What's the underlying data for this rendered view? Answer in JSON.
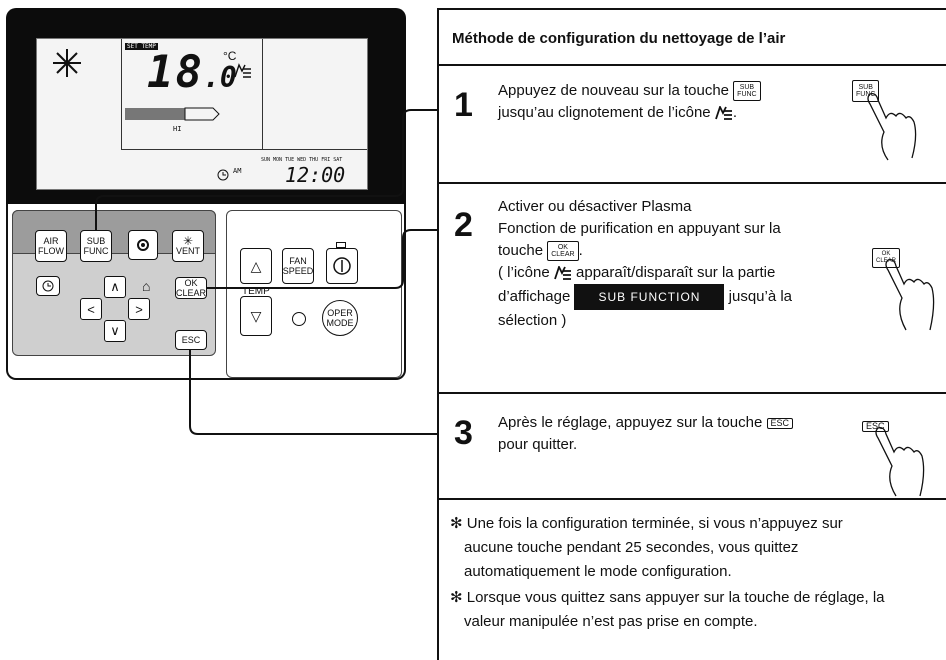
{
  "remote": {
    "lcd": {
      "set_temp_label": "SET TEMP",
      "temperature": "18",
      "temperature_decimal": ".0",
      "unit": "°C",
      "fan_level": "HI",
      "days": "SUN MON TUE WED THU FRI SAT",
      "ampm": "AM",
      "time": "12:00"
    },
    "buttons": {
      "air_flow": "AIR FLOW",
      "sub_func": "SUB FUNC",
      "vent": "VENT",
      "ok_clear_ok": "OK",
      "ok_clear_clear": "CLEAR",
      "esc": "ESC",
      "fan_speed_1": "FAN",
      "fan_speed_2": "SPEED",
      "temp": "TEMP",
      "oper_mode_1": "OPER",
      "oper_mode_2": "MODE"
    }
  },
  "panel": {
    "title": "Méthode de configuration du nettoyage de l’air",
    "steps": [
      {
        "num": "1",
        "line1_a": "Appuyez de nouveau sur la touche",
        "line2_a": "jusqu’au clignotement de l’icône",
        "line2_b": ".",
        "button_top": "SUB",
        "button_bottom": "FUNC"
      },
      {
        "num": "2",
        "line1": "Activer ou désactiver Plasma",
        "line2": "Fonction de purification en appuyant sur la",
        "line3_a": "touche",
        "line3_b": ".",
        "line4_a": "( l’icône",
        "line4_b": "apparaît/disparaît sur la partie",
        "line5_a": "d’affichage",
        "line5_bar": "SUB FUNCTION",
        "line5_b": "jusqu’à la",
        "line6": "sélection )",
        "button_top": "OK",
        "button_bottom": "CLEAR"
      },
      {
        "num": "3",
        "line1_a": "Après le réglage, appuyez sur la touche",
        "line2": "pour quitter.",
        "button": "ESC"
      }
    ],
    "notes": [
      {
        "marker": "✻",
        "lines": [
          "Une fois la configuration terminée, si vous n’appuyez sur",
          "aucune touche pendant 25 secondes, vous quittez",
          "automatiquement le mode configuration."
        ]
      },
      {
        "marker": "✻",
        "lines": [
          "Lorsque vous quittez sans appuyer sur la touche de réglage, la",
          "valeur manipulée n’est pas prise en compte."
        ]
      }
    ]
  }
}
